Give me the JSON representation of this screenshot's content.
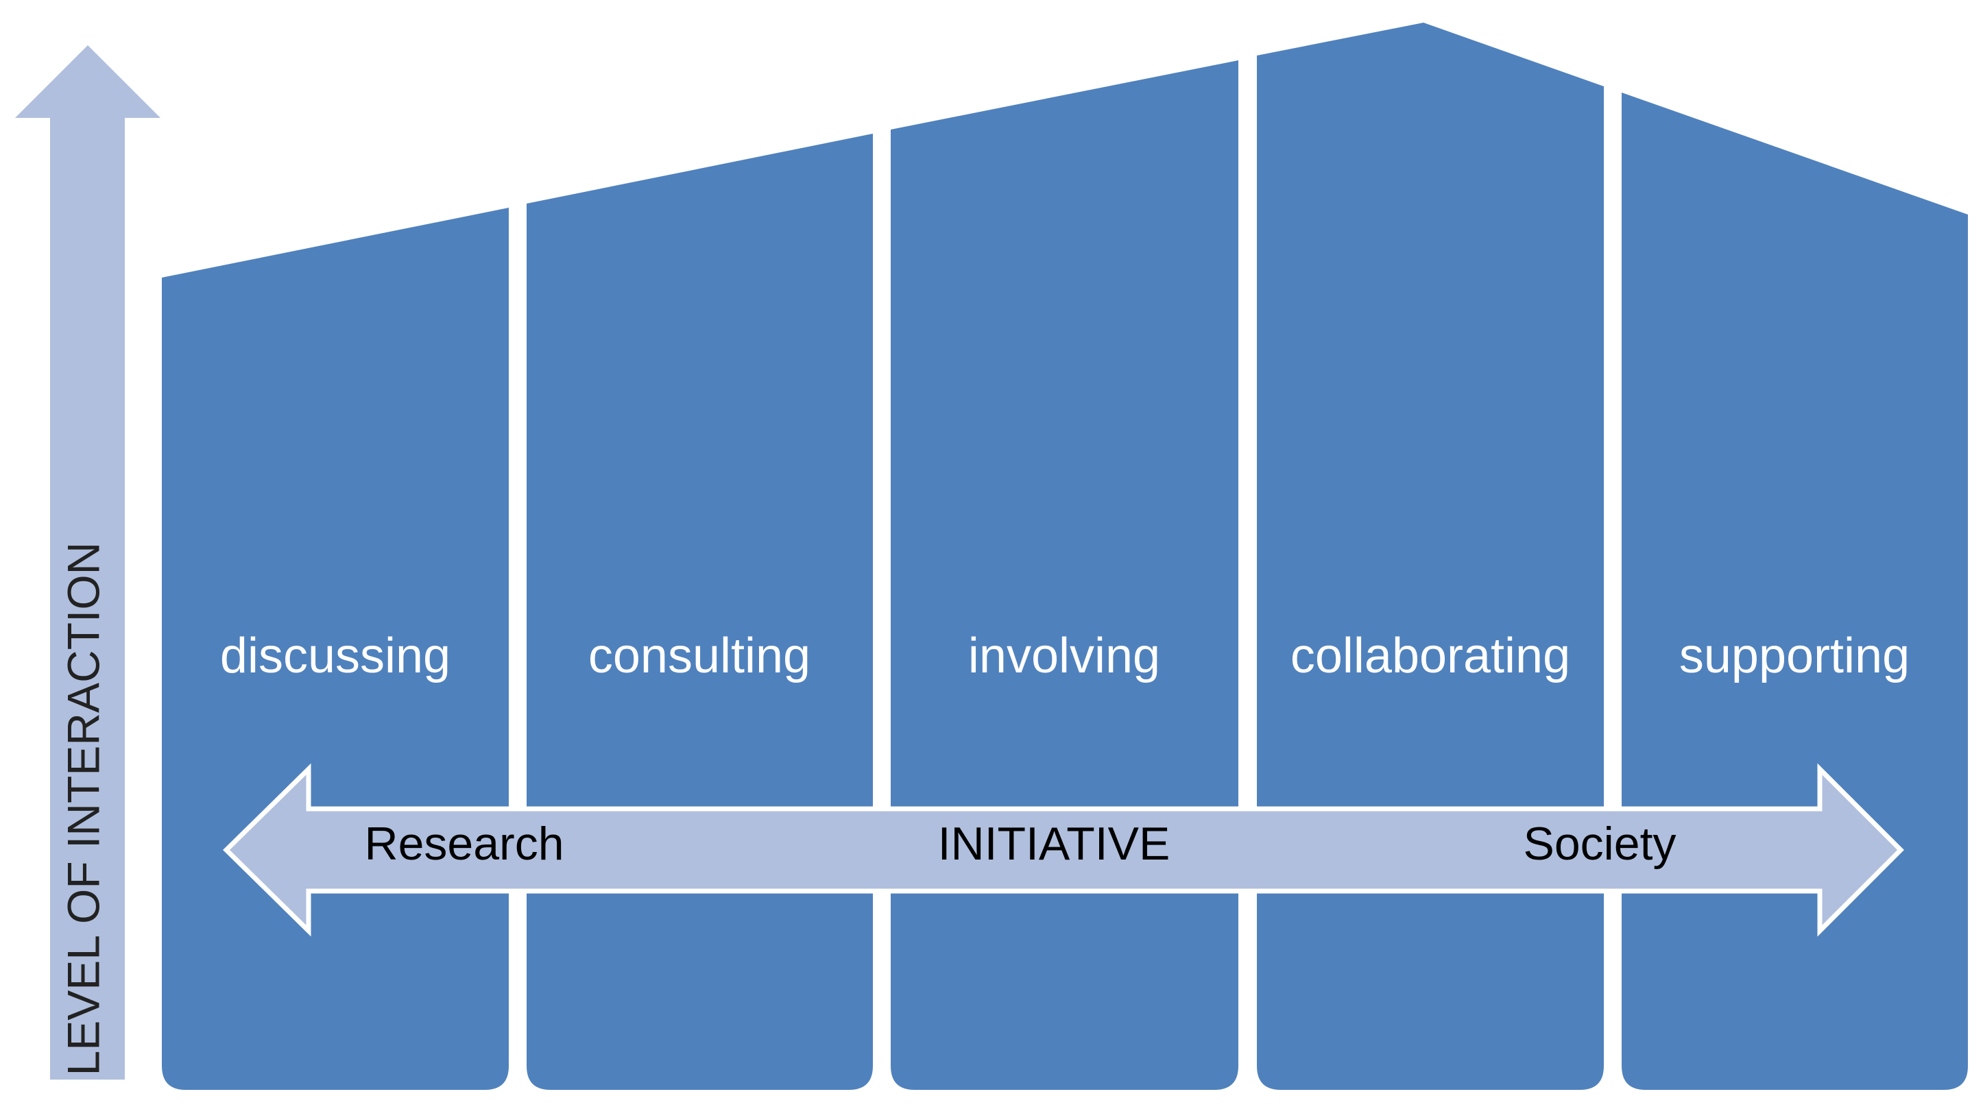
{
  "colors": {
    "column_fill": "#4F81BD",
    "arrow_fill": "#B0BFDD",
    "arrow_stroke": "#ffffff",
    "column_text": "#ffffff",
    "arrow_text": "#000000"
  },
  "vertical_axis": {
    "label": "LEVEL OF INTERACTION",
    "icon": "up-arrow"
  },
  "columns": [
    {
      "label": "discussing"
    },
    {
      "label": "consulting"
    },
    {
      "label": "involving"
    },
    {
      "label": "collaborating"
    },
    {
      "label": "supporting"
    }
  ],
  "horizontal_arrow": {
    "icon": "double-headed-arrow",
    "left_label": "Research",
    "center_label": "INITIATIVE",
    "right_label": "Society"
  }
}
